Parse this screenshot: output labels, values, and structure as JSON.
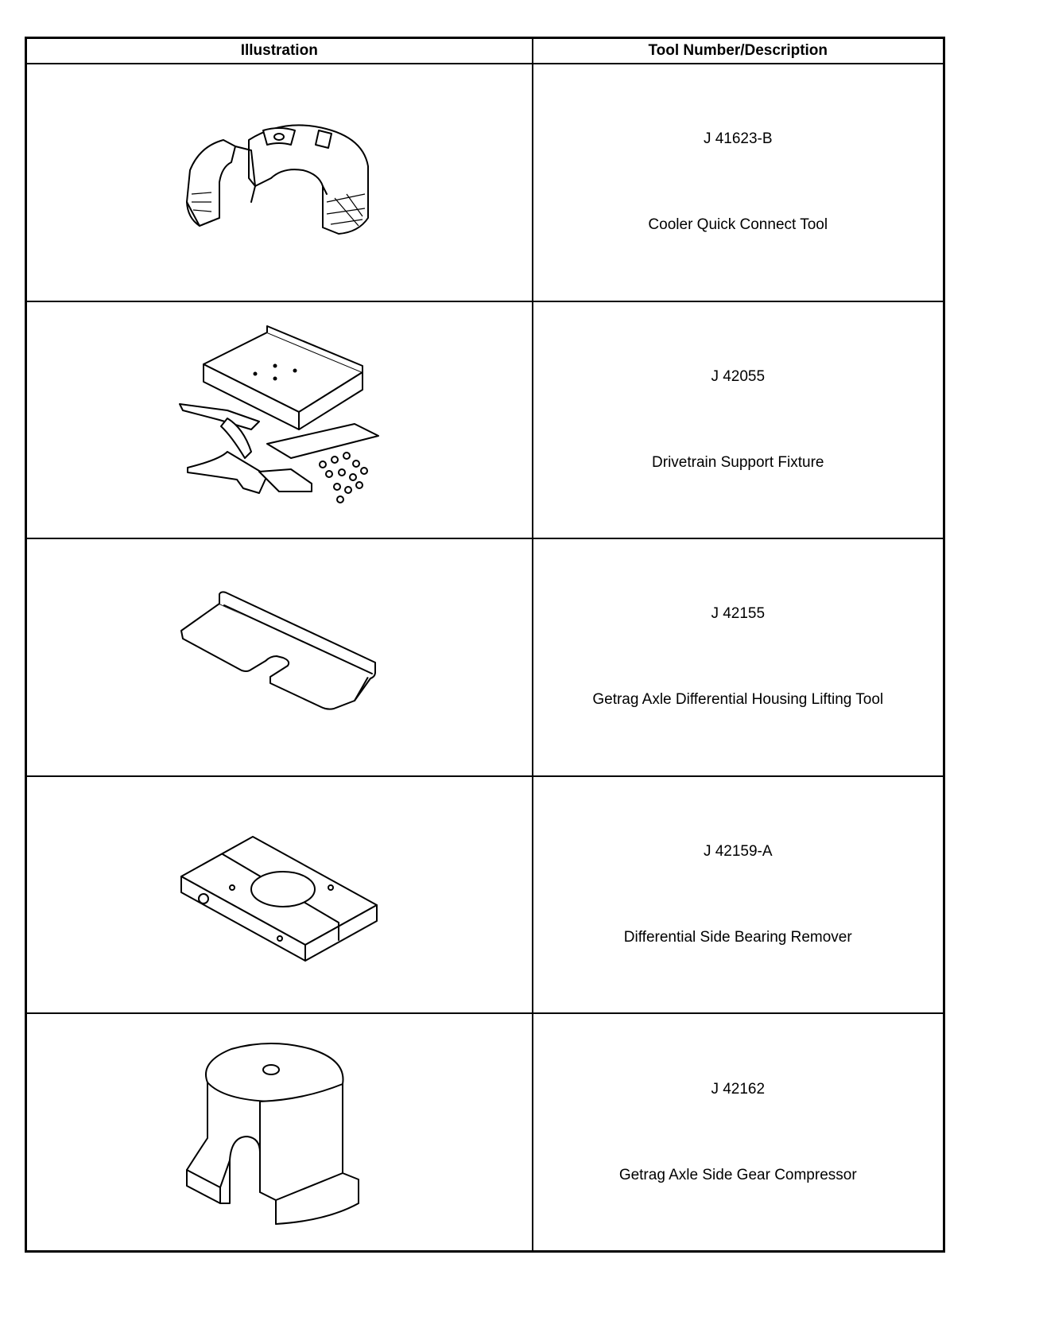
{
  "table": {
    "headers": {
      "illustration": "Illustration",
      "tool": "Tool Number/Description"
    },
    "rows": [
      {
        "tool_number": "J 41623-B",
        "description": "Cooler Quick Connect Tool",
        "illustration_icon": "quick-connect-tool-icon"
      },
      {
        "tool_number": "J 42055",
        "description": "Drivetrain Support Fixture",
        "illustration_icon": "support-fixture-icon"
      },
      {
        "tool_number": "J 42155",
        "description": "Getrag Axle Differential Housing Lifting Tool",
        "illustration_icon": "lifting-tool-icon"
      },
      {
        "tool_number": "J 42159-A",
        "description": "Differential Side Bearing Remover",
        "illustration_icon": "bearing-remover-icon"
      },
      {
        "tool_number": "J 42162",
        "description": "Getrag Axle Side Gear Compressor",
        "illustration_icon": "gear-compressor-icon"
      }
    ]
  }
}
